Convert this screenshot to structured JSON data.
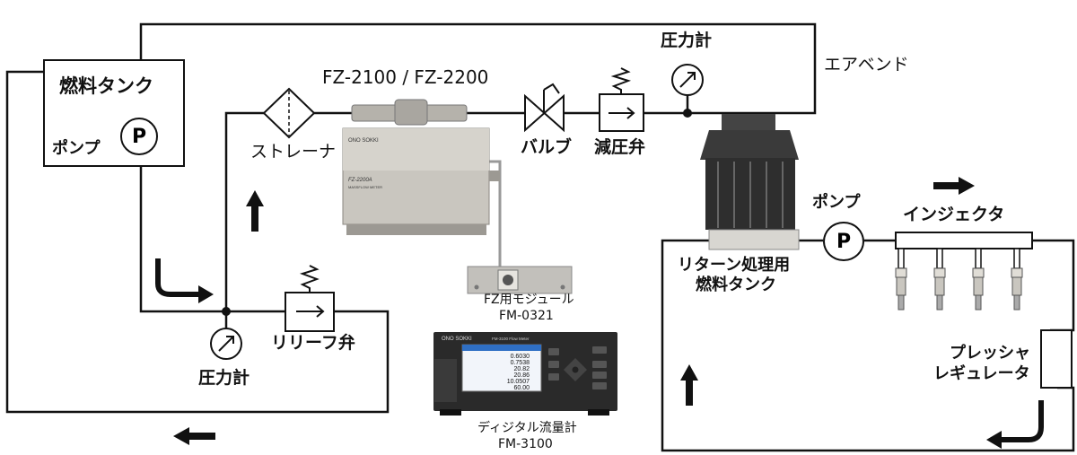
{
  "labels": {
    "fuel_tank": "燃料タンク",
    "pump_left": "ポンプ",
    "pump_symbol": "P",
    "strainer": "ストレーナ",
    "flowmeter_model": "FZ-2100 / FZ-2200",
    "valve": "バルブ",
    "pressure_reducer": "減圧弁",
    "pressure_gauge_top": "圧力計",
    "air_vent": "エアベンド",
    "pump_right": "ポンプ",
    "injector": "インジェクタ",
    "return_tank_line1": "リターン処理用",
    "return_tank_line2": "燃料タンク",
    "relief_valve": "リリーフ弁",
    "pressure_gauge_bottom": "圧力計",
    "fz_module_line1": "FZ用モジュール",
    "fz_module_line2": "FM-0321",
    "digital_flowmeter_line1": "ディジタル流量計",
    "digital_flowmeter_line2": "FM-3100",
    "pressure_regulator_line1": "プレッシャ",
    "pressure_regulator_line2": "レギュレータ"
  },
  "device_text": {
    "flowmeter_brand": "ONO SOKKI",
    "flowmeter_plate": "FZ-2200A",
    "flowmeter_sub": "MASSFLOW METER",
    "display_brand": "ONO SOKKI",
    "display_title": "FM-3100  Flow Meter",
    "readings": [
      "0.6030",
      "0.7538",
      "20.82",
      "20.86",
      "10.0507",
      "60.00"
    ]
  },
  "colors": {
    "line": "#111111",
    "device_body": "#c9c6bf",
    "device_dark": "#2a2a2a",
    "screen": "#f2f5fa",
    "screen_accent": "#2f6fc4"
  }
}
